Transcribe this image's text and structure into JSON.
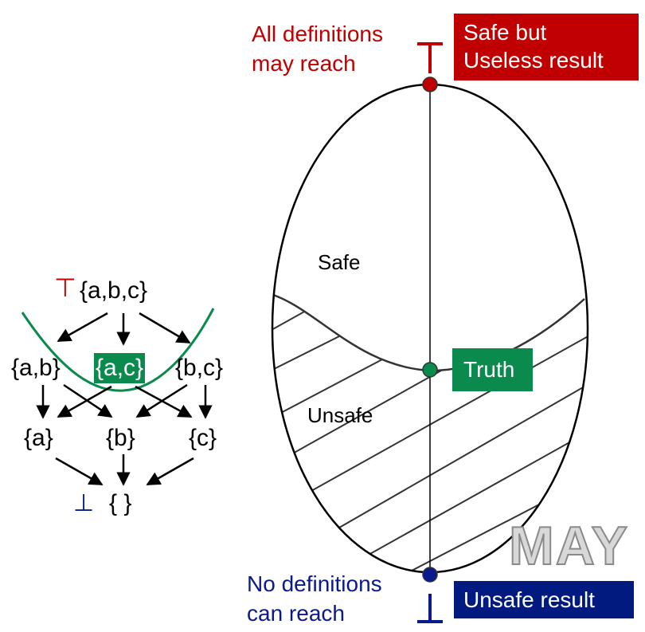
{
  "top_label": {
    "line1": "All definitions",
    "line2": "may reach"
  },
  "top_box": {
    "line1": "Safe but",
    "line2": "Useless result"
  },
  "bottom_label": {
    "line1": "No definitions",
    "line2": "can reach"
  },
  "bottom_box": {
    "text": "Unsafe result"
  },
  "truth_box": {
    "text": "Truth"
  },
  "regions": {
    "safe": "Safe",
    "unsafe": "Unsafe"
  },
  "watermark": "MAY",
  "symbols": {
    "top": "⊤",
    "bottom": "⊥"
  },
  "lattice": {
    "abc": "{a,b,c}",
    "ab": "{a,b}",
    "ac": "{a,c}",
    "bc": "{b,c}",
    "a": "{a}",
    "b": "{b}",
    "c": "{c}",
    "empty": "{ }"
  },
  "colors": {
    "red": "#c00000",
    "blue": "#001a80",
    "green": "#0b8a4e",
    "point_top": "#c00000",
    "point_truth": "#0b8a4e",
    "point_bottom": "#001a80"
  }
}
